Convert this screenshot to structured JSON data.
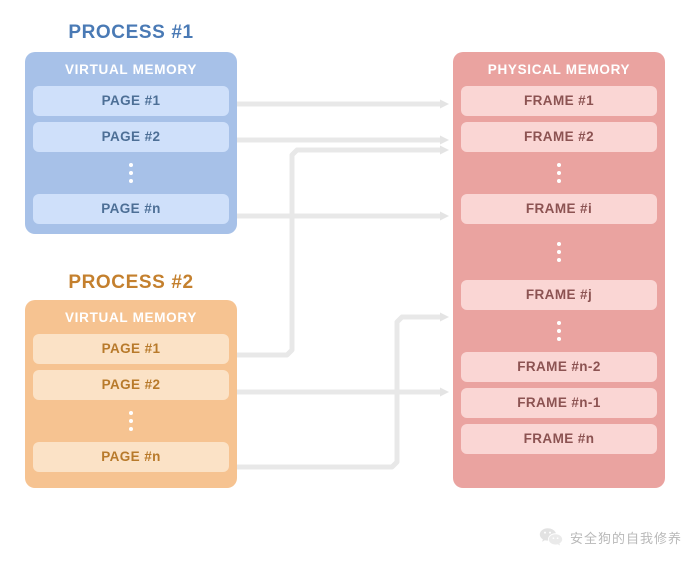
{
  "diagram": {
    "title": "Virtual memory to physical memory paging",
    "wire_color": "#e8e8e8"
  },
  "process1": {
    "title": "PROCESS #1",
    "title_color": "#4a7ab5",
    "box_color": "#a7c1e8",
    "cell_color": "#cfe0fa",
    "memory_label": "VIRTUAL MEMORY",
    "pages": [
      {
        "label": "PAGE #1"
      },
      {
        "label": "PAGE #2"
      },
      {
        "label": "PAGE #n"
      }
    ],
    "ellipsis": "⋮"
  },
  "process2": {
    "title": "PROCESS #2",
    "title_color": "#c4802e",
    "box_color": "#f6c391",
    "cell_color": "#fbe2c6",
    "memory_label": "VIRTUAL MEMORY",
    "pages": [
      {
        "label": "PAGE #1"
      },
      {
        "label": "PAGE #2"
      },
      {
        "label": "PAGE #n"
      }
    ],
    "ellipsis": "⋮"
  },
  "physical": {
    "memory_label": "PHYSICAL MEMORY",
    "box_color": "#eaa3a0",
    "cell_color": "#fad6d4",
    "frames": [
      {
        "label": "FRAME #1"
      },
      {
        "label": "FRAME #2"
      },
      {
        "label": "FRAME #i"
      },
      {
        "label": "FRAME #j"
      },
      {
        "label": "FRAME #n-2"
      },
      {
        "label": "FRAME #n-1"
      },
      {
        "label": "FRAME #n"
      }
    ],
    "ellipsis": "⋮"
  },
  "mappings": [
    {
      "from": "process1.page1",
      "to": "physical.frame1"
    },
    {
      "from": "process1.page2",
      "to": "physical.frame2"
    },
    {
      "from": "process1.pagen",
      "to": "physical.framei"
    },
    {
      "from": "process2.page1",
      "to": "physical.frame2"
    },
    {
      "from": "process2.page2",
      "to": "physical.framen2"
    },
    {
      "from": "process2.pagen",
      "to": "physical.framej"
    }
  ],
  "watermark": {
    "text": "安全狗的自我修养",
    "icon": "wechat-logo"
  }
}
